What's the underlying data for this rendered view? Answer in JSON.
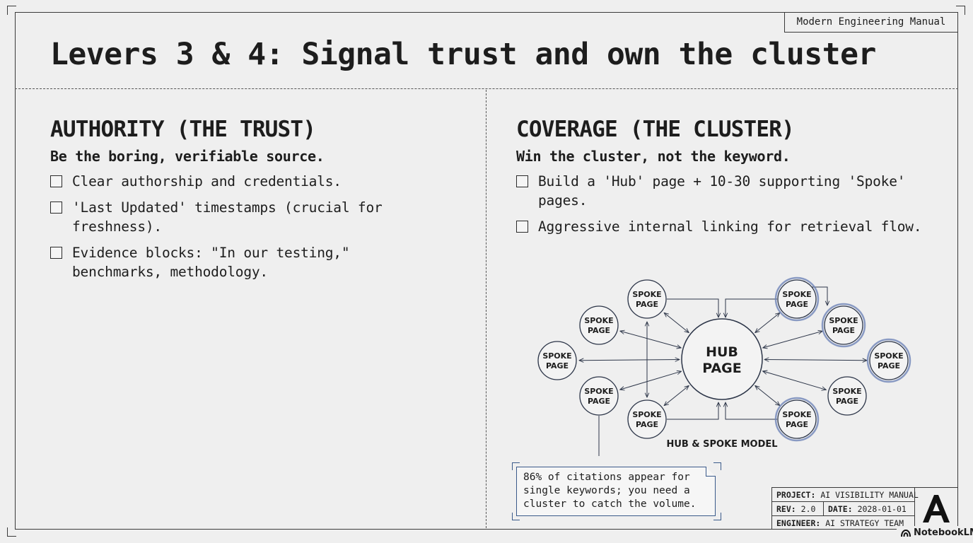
{
  "header": {
    "tag": "Modern Engineering Manual",
    "title": "Levers 3 & 4: Signal trust and own the cluster"
  },
  "authority": {
    "heading": "AUTHORITY (THE TRUST)",
    "subtitle": "Be the boring, verifiable source.",
    "items": [
      "Clear authorship and credentials.",
      "'Last Updated' timestamps (crucial for freshness).",
      "Evidence blocks: \"In our testing,\" benchmarks, methodology."
    ]
  },
  "coverage": {
    "heading": "COVERAGE (THE CLUSTER)",
    "subtitle": "Win the cluster, not the keyword.",
    "items": [
      "Build a 'Hub' page + 10-30 supporting 'Spoke' pages.",
      "Aggressive internal linking for retrieval flow."
    ]
  },
  "diagram": {
    "hub_line1": "HUB",
    "hub_line2": "PAGE",
    "spoke_line1": "SPOKE",
    "spoke_line2": "PAGE",
    "caption": "HUB & SPOKE MODEL",
    "accent_color": "#6f84b8"
  },
  "callout": {
    "text": "86% of citations appear for single keywords; you need a cluster to catch the volume."
  },
  "titleblock": {
    "project_label": "PROJECT:",
    "project_value": "AI VISIBILITY MANUAL",
    "rev_label": "REV:",
    "rev_value": "2.0",
    "date_label": "DATE:",
    "date_value": "2028-01-01",
    "engineer_label": "ENGINEER:",
    "engineer_value": "AI STRATEGY TEAM"
  },
  "brand": {
    "name": "NotebookLM"
  }
}
